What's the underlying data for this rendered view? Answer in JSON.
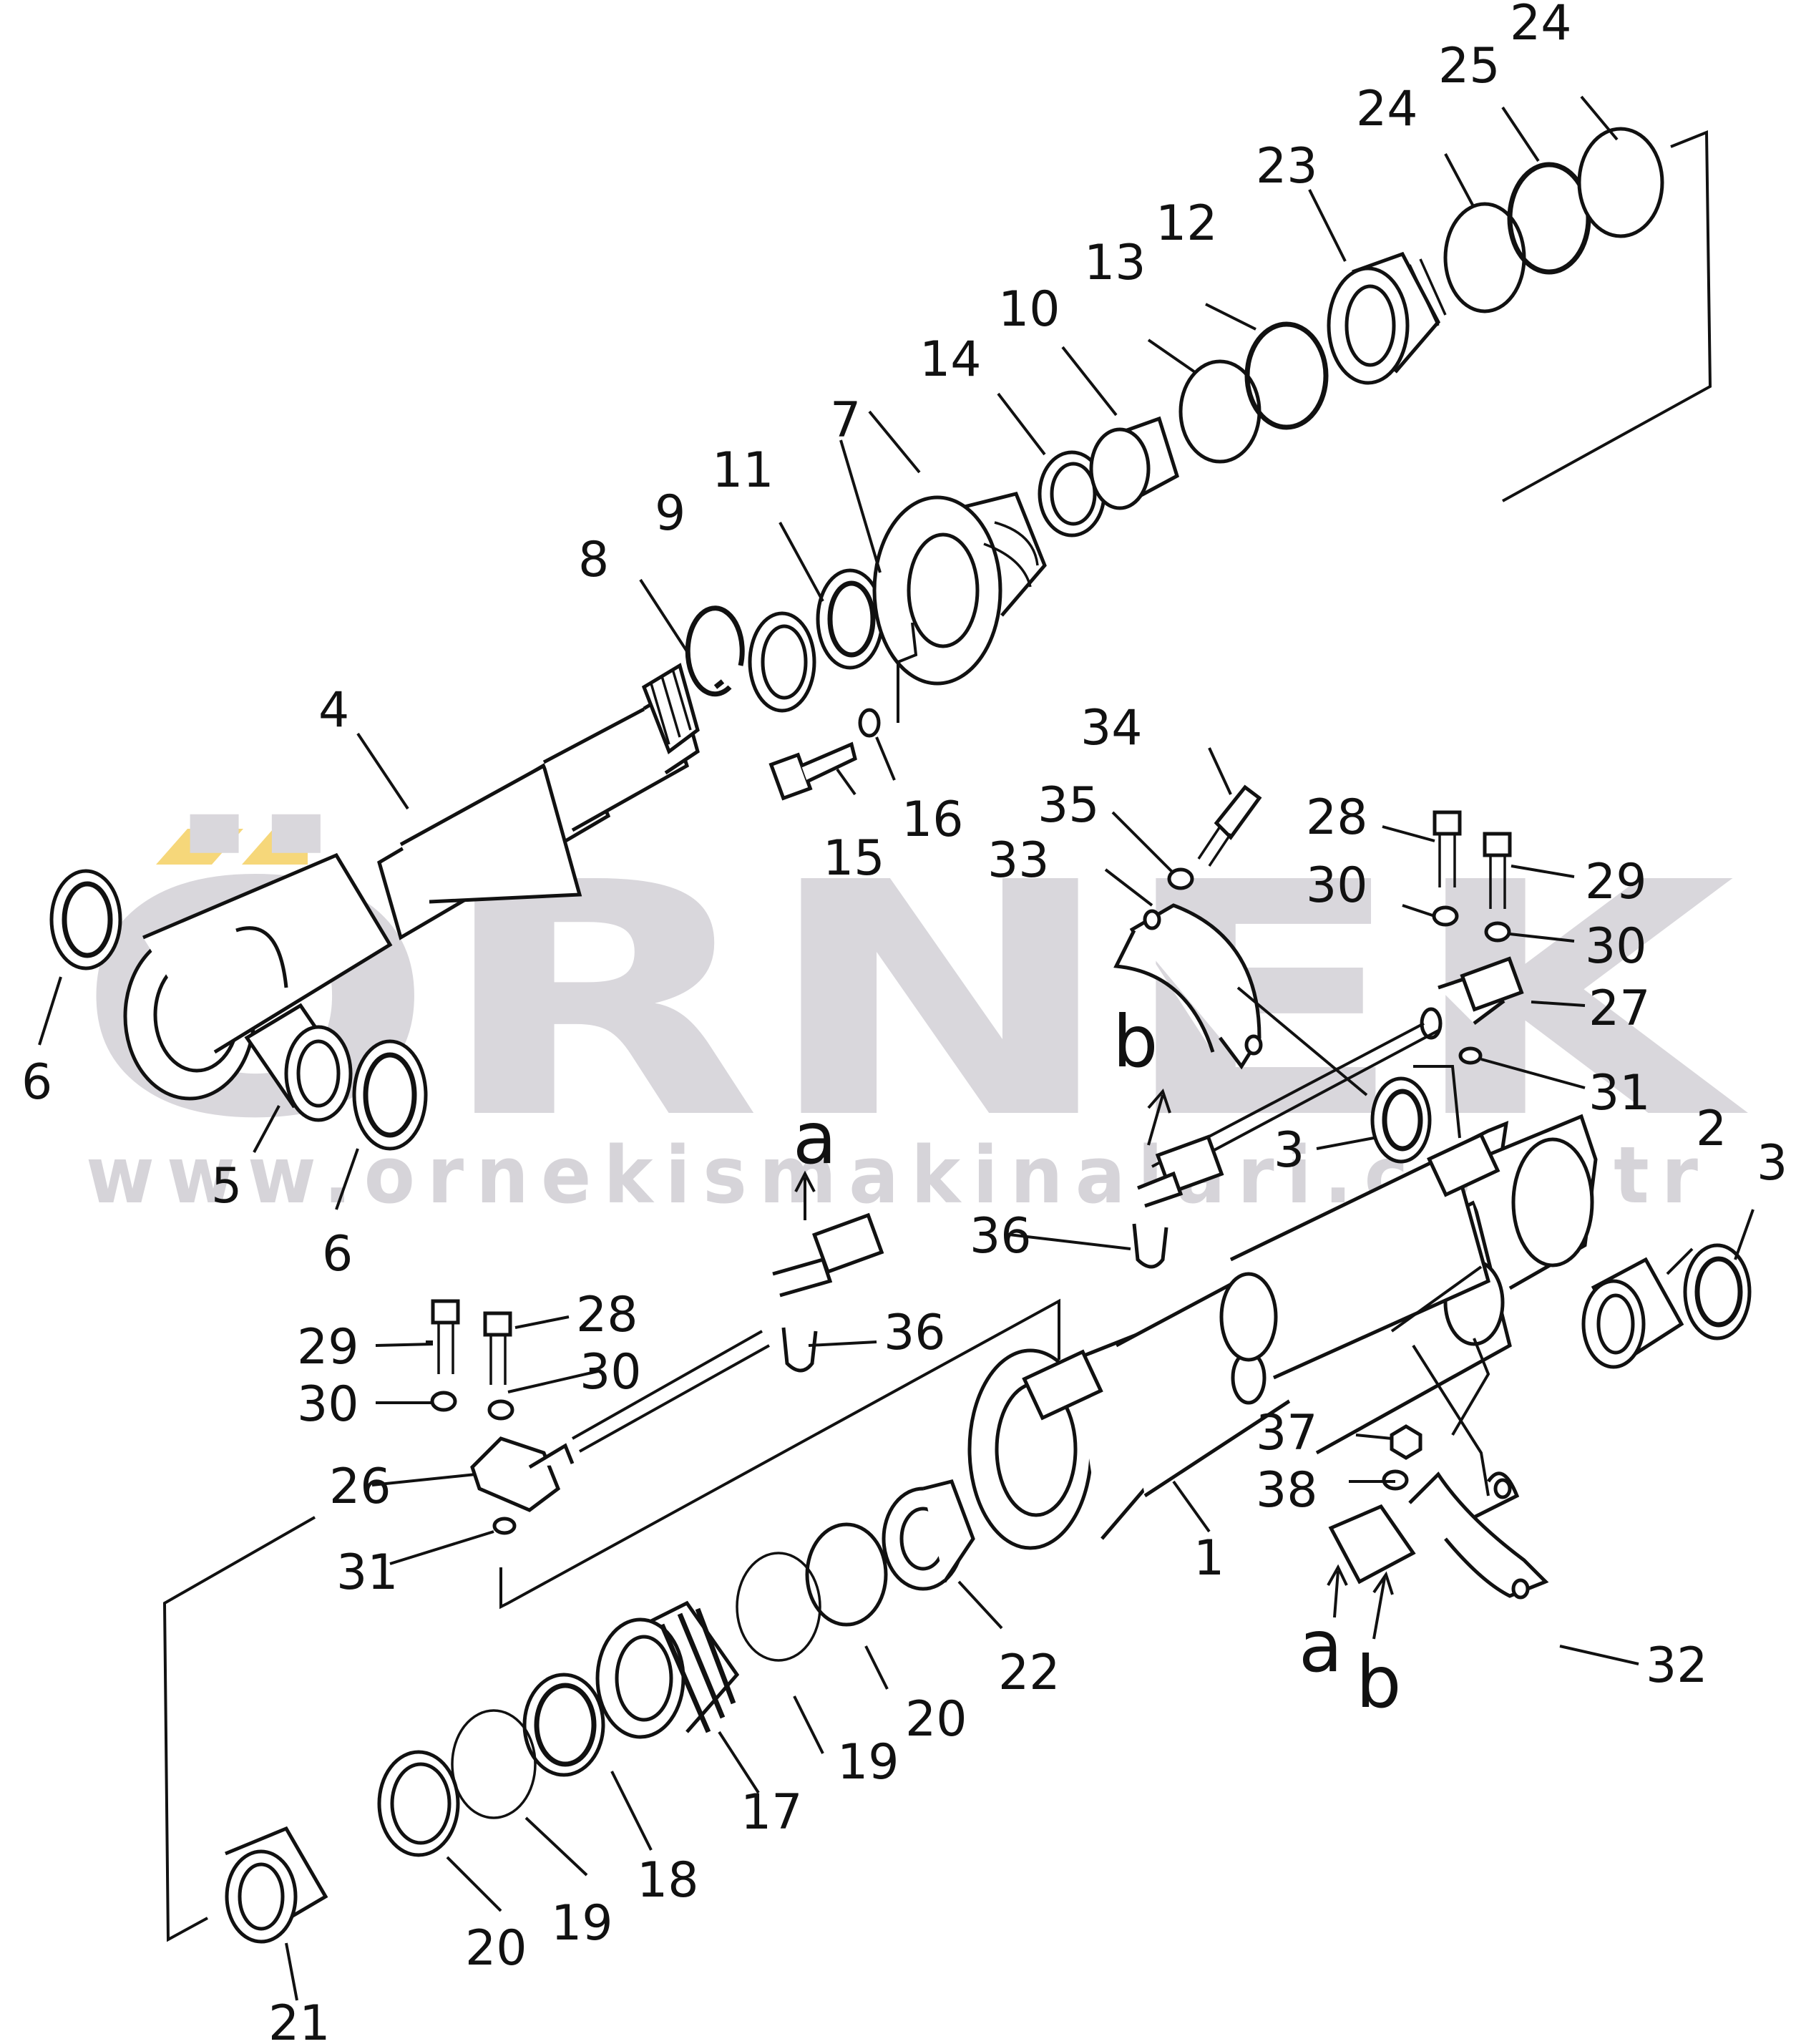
{
  "watermark": {
    "brand": "ÖRNEK",
    "url": "www.ornekismakinalari.com.tr",
    "accent_color": "#f6d77a",
    "gray_color": "#d9d7dc"
  },
  "labels": {
    "p1": "1",
    "p2": "2",
    "p3a": "3",
    "p3b": "3",
    "p4": "4",
    "p5": "5",
    "p6a": "6",
    "p6b": "6",
    "p7": "7",
    "p8": "8",
    "p9": "9",
    "p10": "10",
    "p11": "11",
    "p12": "12",
    "p13": "13",
    "p14": "14",
    "p15": "15",
    "p16": "16",
    "p17": "17",
    "p18": "18",
    "p19a": "19",
    "p19b": "19",
    "p20a": "20",
    "p20b": "20",
    "p21": "21",
    "p22": "22",
    "p23": "23",
    "p24a": "24",
    "p24b": "24",
    "p25": "25",
    "p26": "26",
    "p27": "27",
    "p28a": "28",
    "p28b": "28",
    "p29a": "29",
    "p29b": "29",
    "p30a": "30",
    "p30b": "30",
    "p30c": "30",
    "p30d": "30",
    "p31a": "31",
    "p31b": "31",
    "p32": "32",
    "p33": "33",
    "p34": "34",
    "p35": "35",
    "p36a": "36",
    "p36b": "36",
    "p37": "37",
    "p38": "38",
    "ref_a_top": "a",
    "ref_b_top": "b",
    "ref_a_bottom": "a",
    "ref_b_bottom": "b"
  }
}
